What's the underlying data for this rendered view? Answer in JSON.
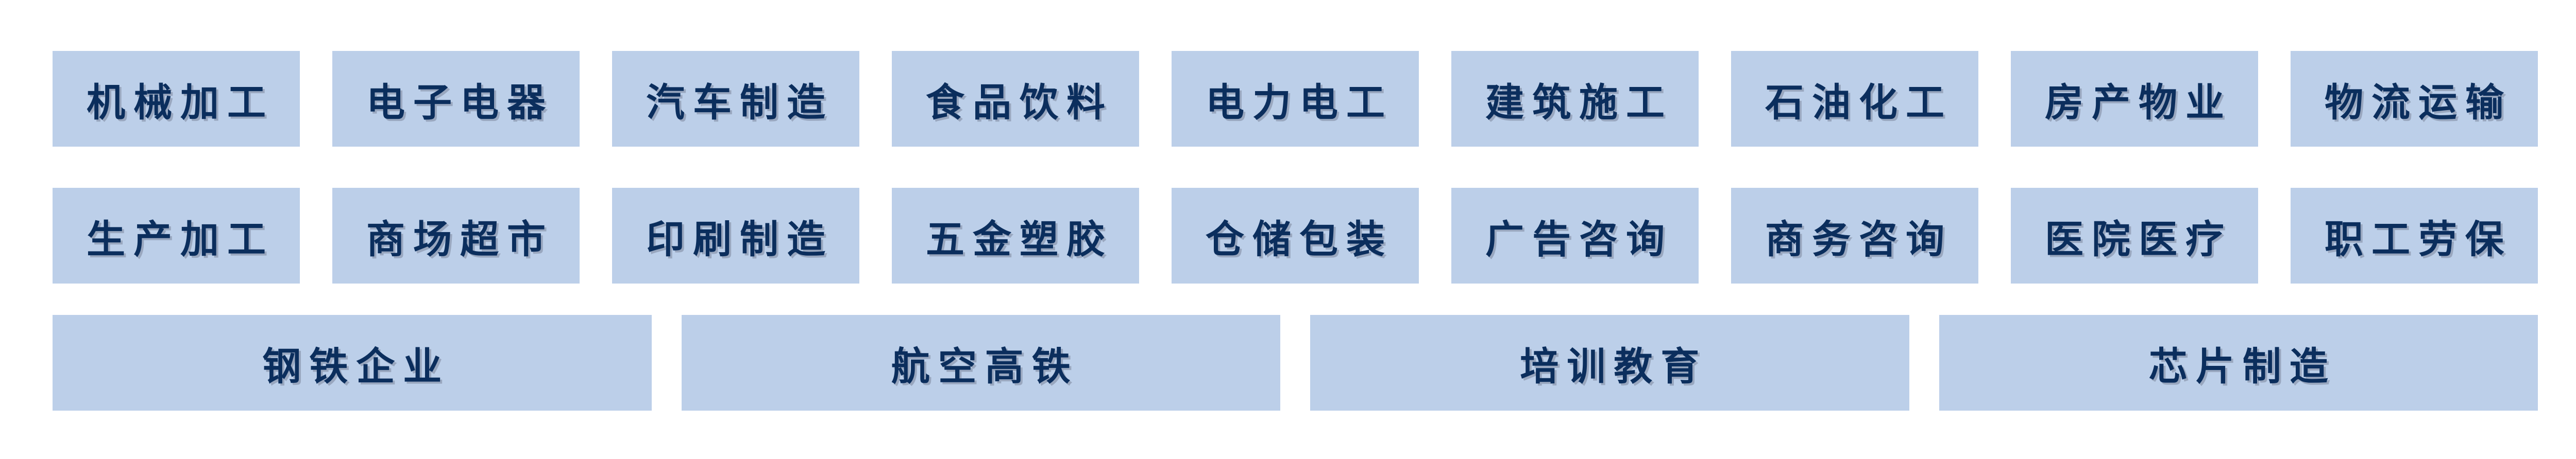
{
  "colors": {
    "page_bg": "#ffffff",
    "tile_bg": "#bccfe9",
    "tile_text": "#0b2e5d",
    "tile_text_shadow": "rgba(123,135,156,0.55)"
  },
  "industry_grid": {
    "rows": [
      {
        "items": [
          {
            "label": "机械加工"
          },
          {
            "label": "电子电器"
          },
          {
            "label": "汽车制造"
          },
          {
            "label": "食品饮料"
          },
          {
            "label": "电力电工"
          },
          {
            "label": "建筑施工"
          },
          {
            "label": "石油化工"
          },
          {
            "label": "房产物业"
          },
          {
            "label": "物流运输"
          }
        ]
      },
      {
        "items": [
          {
            "label": "生产加工"
          },
          {
            "label": "商场超市"
          },
          {
            "label": "印刷制造"
          },
          {
            "label": "五金塑胶"
          },
          {
            "label": "仓储包装"
          },
          {
            "label": "广告咨询"
          },
          {
            "label": "商务咨询"
          },
          {
            "label": "医院医疗"
          },
          {
            "label": "职工劳保"
          }
        ]
      },
      {
        "items": [
          {
            "label": "钢铁企业"
          },
          {
            "label": "航空高铁"
          },
          {
            "label": "培训教育"
          },
          {
            "label": "芯片制造"
          }
        ]
      }
    ]
  }
}
